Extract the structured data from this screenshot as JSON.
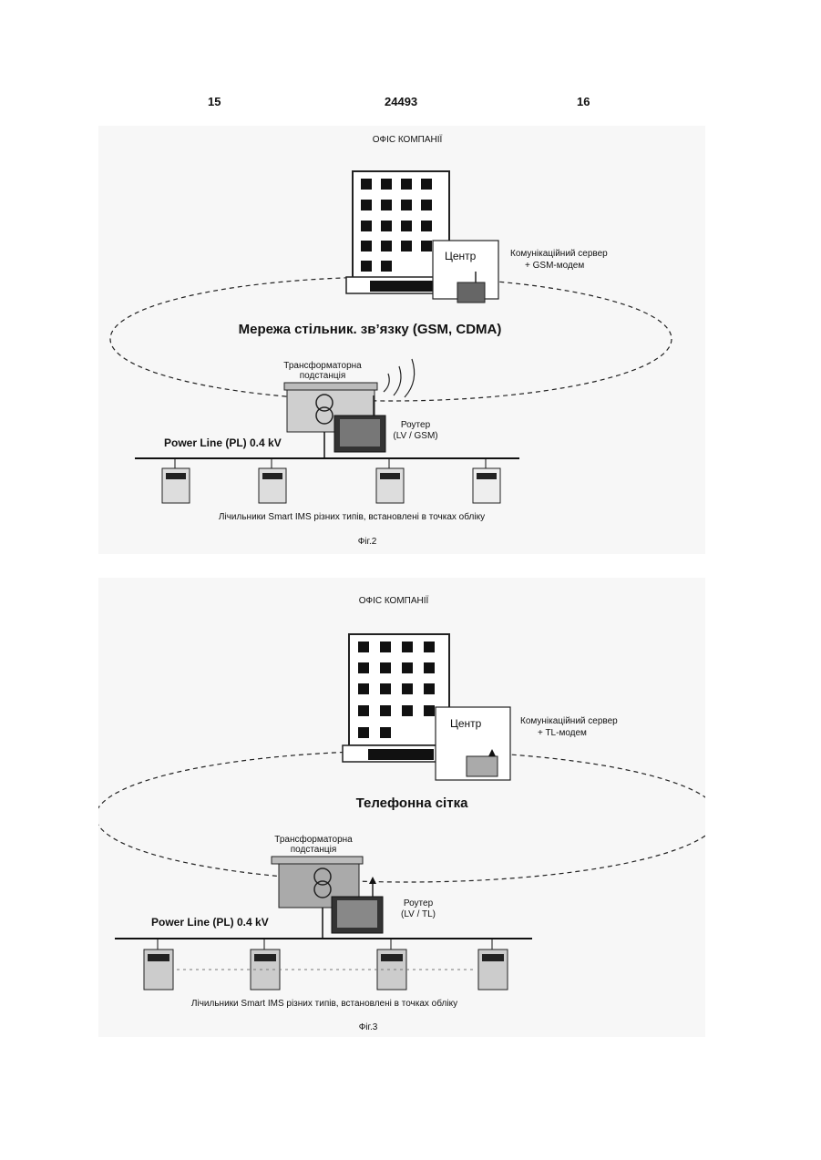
{
  "header": {
    "left_page": "15",
    "doc_number": "24493",
    "right_page": "16"
  },
  "figures": [
    {
      "office": "ОФІС КОМПАНІЇ",
      "center": "Центр",
      "server_line1": "Комунікаційний сервер",
      "server_line2": "+ GSM-модем",
      "network": "Мережа стільник. зв’язку (GSM, CDMA)",
      "substation_line1": "Трансформаторна",
      "substation_line2": "подстанція",
      "router_line1": "Роутер",
      "router_line2": "(LV / GSM)",
      "power_line": "Power Line (PL) 0.4 kV",
      "meters_caption": "Лічильники Smart IMS різних типів, встановлені в точках обліку",
      "caption": "Фіг.2"
    },
    {
      "office": "ОФІС КОМПАНІЇ",
      "center": "Центр",
      "server_line1": "Комунікаційний сервер",
      "server_line2": "+ TL-модем",
      "network": "Телефонна сітка",
      "substation_line1": "Трансформаторна",
      "substation_line2": "подстанція",
      "router_line1": "Роутер",
      "router_line2": "(LV / TL)",
      "power_line": "Power Line (PL) 0.4 kV",
      "meters_caption": "Лічильники Smart IMS різних типів, встановлені в точках обліку",
      "caption": "Фіг.3"
    }
  ]
}
